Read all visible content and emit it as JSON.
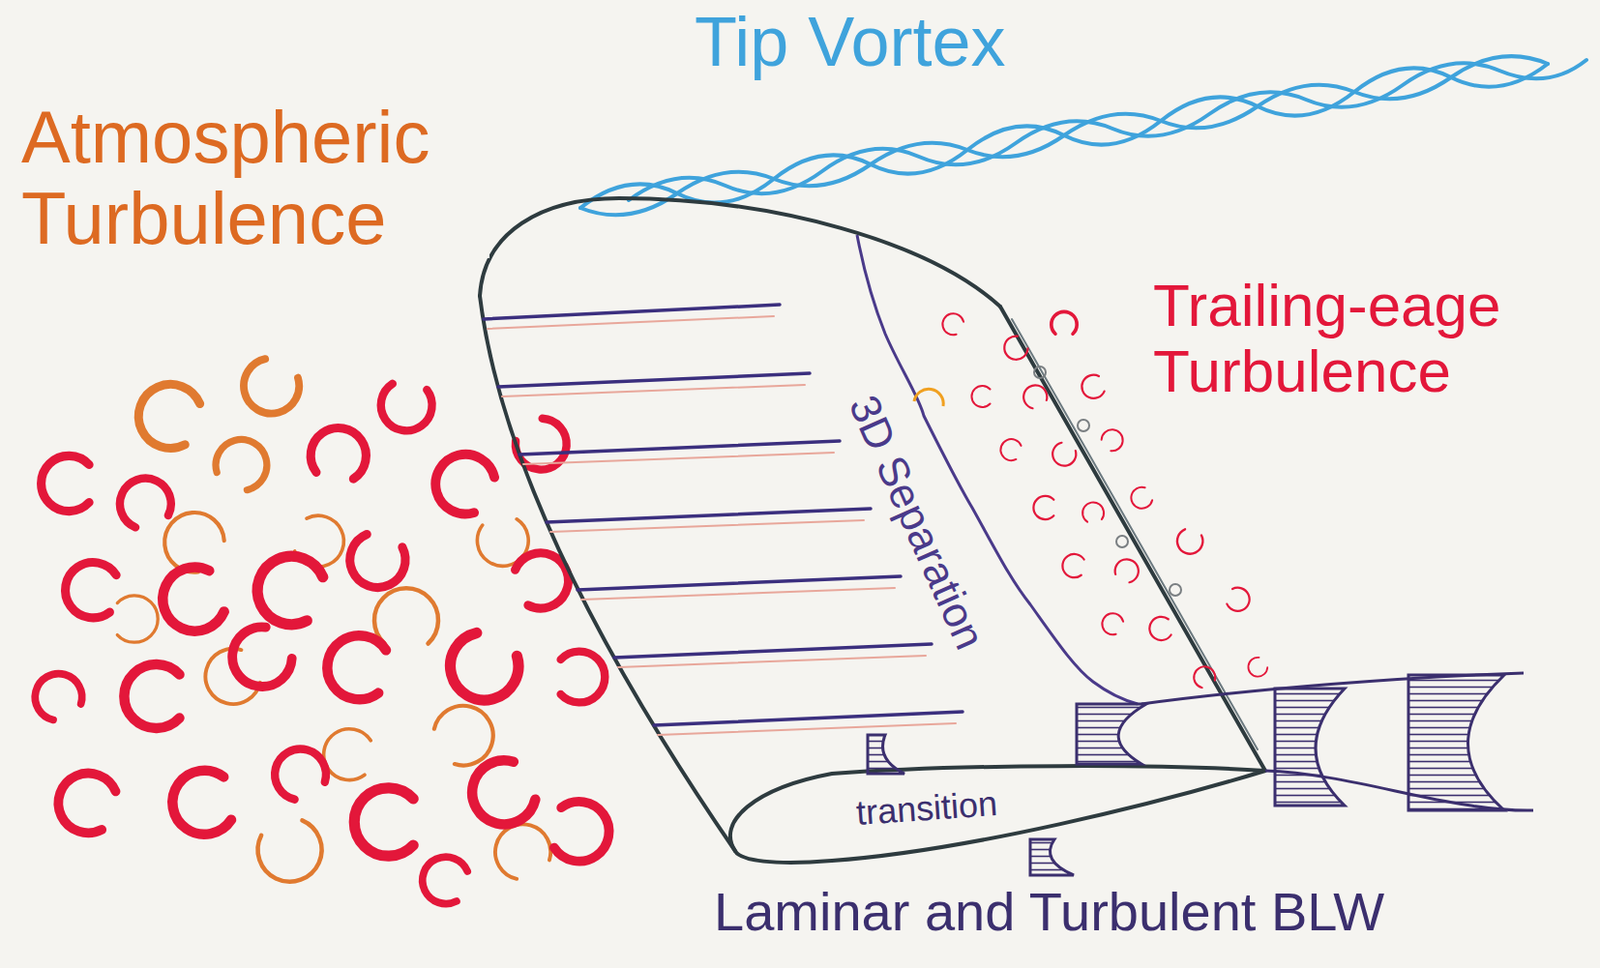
{
  "diagram": {
    "labels": [
      "Tip Vortex",
      "Atmospheric Turbulence",
      "Trailing-eage Turbulence",
      "3D Separation",
      "transition",
      "Laminar and Turbulent BLW"
    ]
  }
}
